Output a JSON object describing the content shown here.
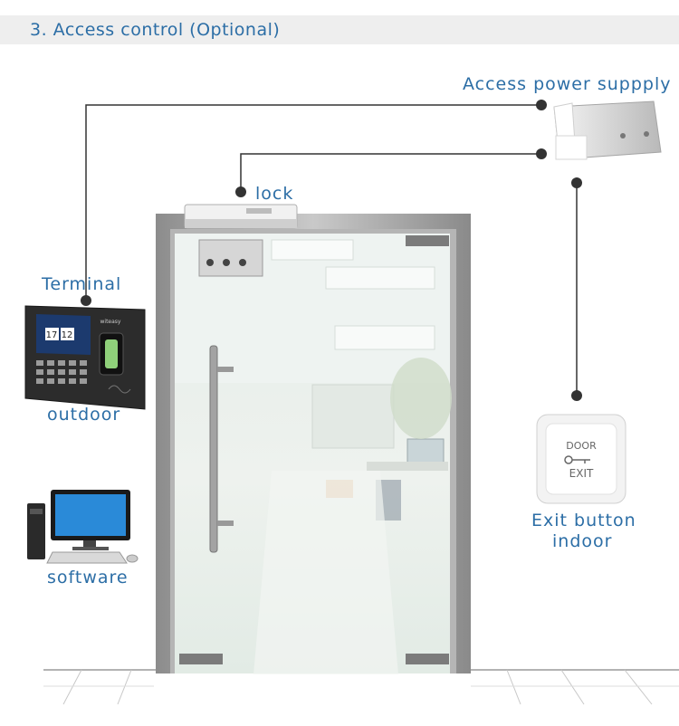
{
  "header": {
    "title": "3. Access control (Optional)"
  },
  "labels": {
    "power_supply": "Access power suppply",
    "lock": "lock",
    "terminal": "Terminal",
    "outdoor": "outdoor",
    "software": "software",
    "exit_button": "Exit button",
    "indoor": "indoor"
  },
  "terminal_screen": {
    "clock_left": "17",
    "clock_right": "12",
    "brand": "witeasy"
  },
  "exit_plate": {
    "top_text": "DOOR",
    "bottom_text": "EXIT"
  },
  "colors": {
    "accent": "#2c6ea6",
    "wire": "#333333",
    "header_bg": "#eeeeee"
  }
}
